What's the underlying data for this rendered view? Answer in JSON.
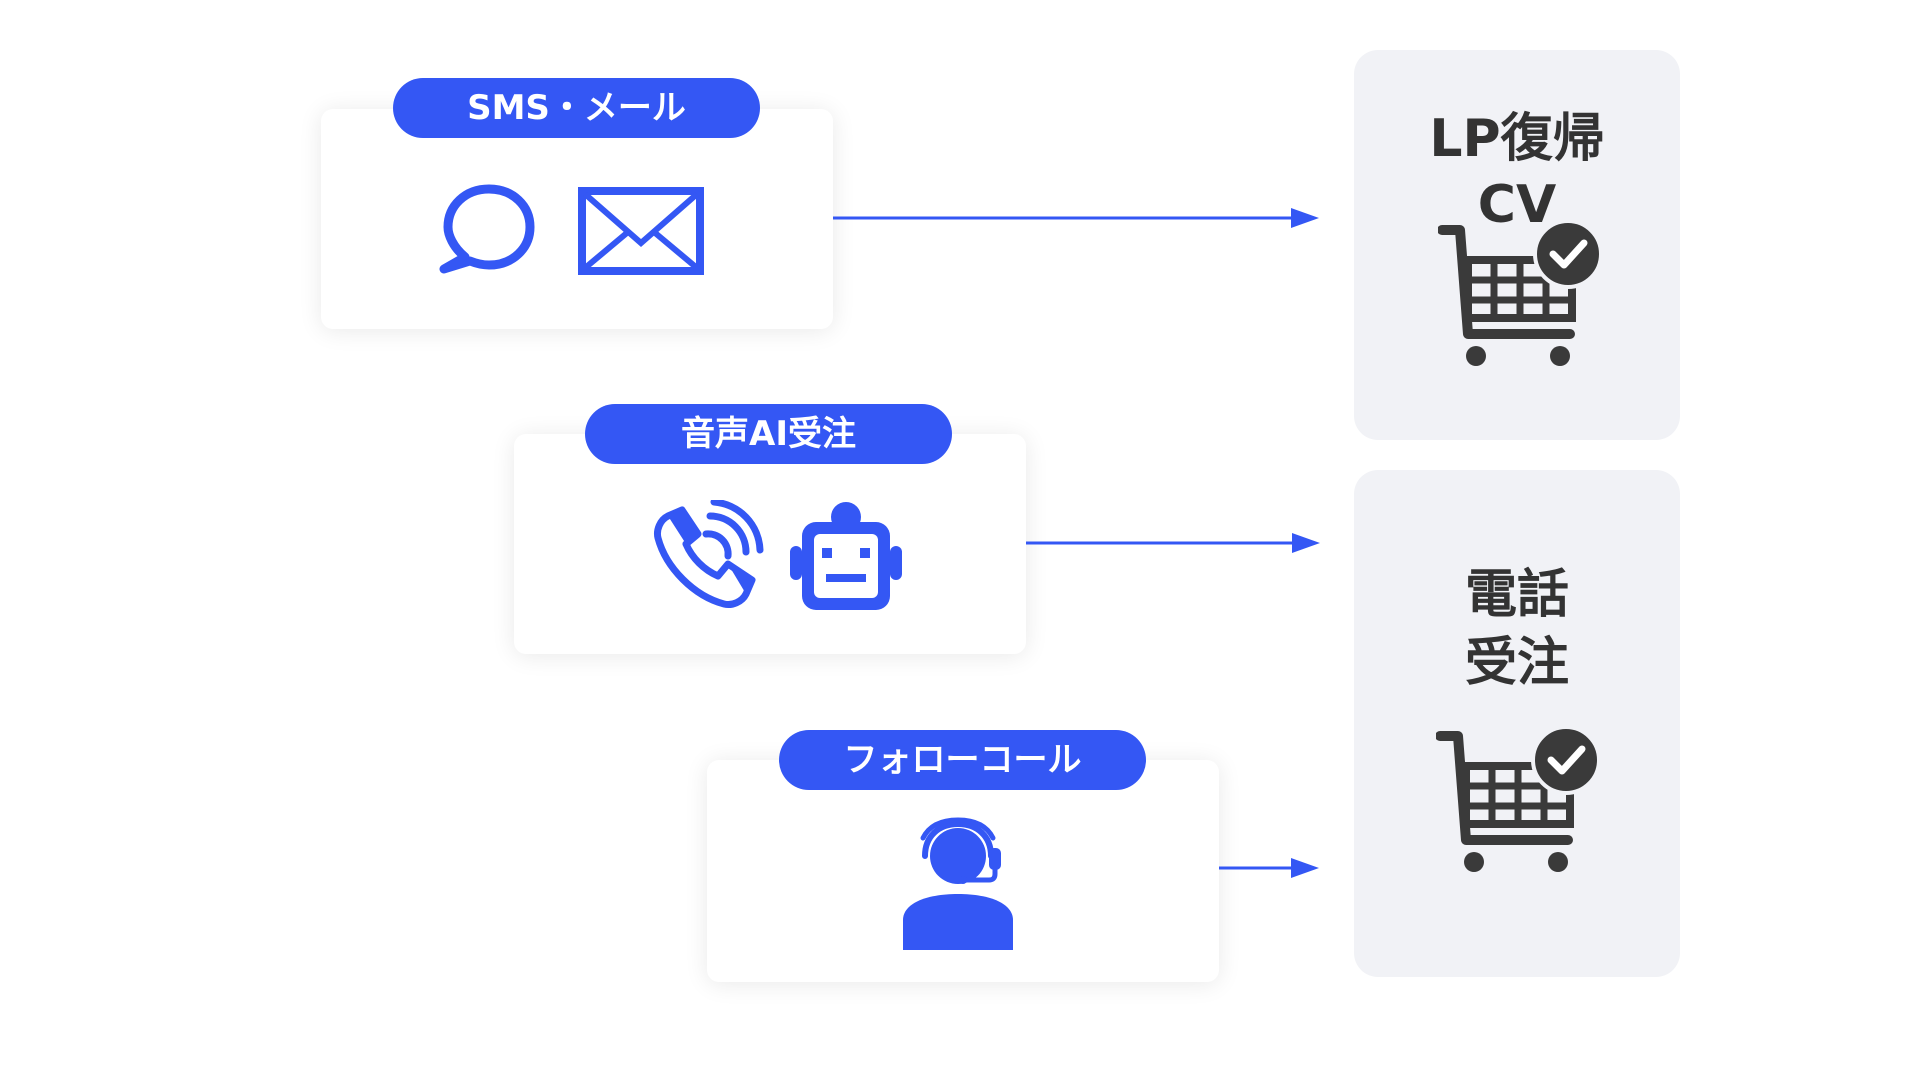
{
  "channels": [
    {
      "label": "SMS・メール",
      "icons": [
        "chat-bubble-icon",
        "envelope-icon"
      ]
    },
    {
      "label": "音声AI受注",
      "icons": [
        "phone-ringing-icon",
        "robot-icon"
      ]
    },
    {
      "label": "フォローコール",
      "icons": [
        "operator-headset-icon"
      ]
    }
  ],
  "outcomes": [
    {
      "line1": "LP復帰",
      "line2": "CV",
      "icon": "cart-check-icon"
    },
    {
      "line1": "電話",
      "line2": "受注",
      "icon": "cart-check-icon"
    }
  ],
  "colors": {
    "accent": "#3457f4",
    "panel": "#f1f2f6",
    "text": "#333333",
    "cart": "#3a3a3a"
  }
}
